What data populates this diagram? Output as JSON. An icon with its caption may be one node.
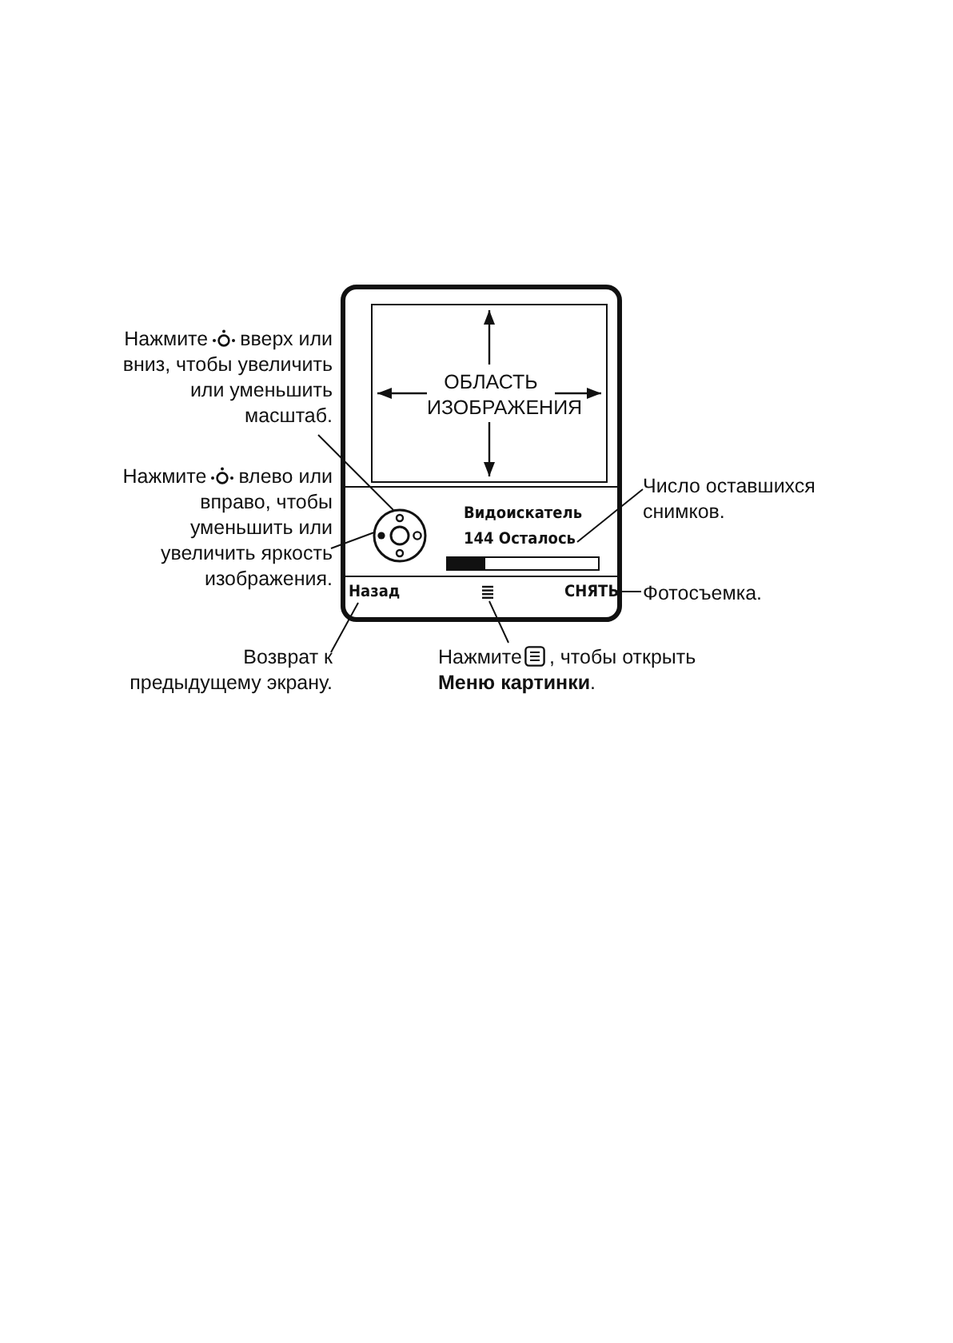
{
  "diagram": {
    "nodes": [
      {
        "text": [
          "ОБЛАСТЬ ИЗОБРАЖЕНИЯ"
        ]
      },
      {
        "text": [
          "Нажмите",
          "вверх или вниз, чтобы увеличить или уменьшить масштаб."
        ]
      },
      {
        "text": [],
        "shape": "circle"
      },
      {
        "text": [
          "Нажмите",
          "влево или вправо, чтобы уменьшить или увеличить яркость изображения."
        ]
      },
      {
        "text": [
          "144 Осталось"
        ]
      },
      {
        "text": [
          "Число оставшихся снимков."
        ]
      },
      {
        "text": [
          "Назад"
        ]
      },
      {
        "text": [],
        "shape": "icon"
      },
      {
        "text": [
          "СНЯТЬ"
        ]
      },
      {
        "text": [
          "Фотосъемка."
        ]
      },
      {
        "text": [
          "Возврат к предыдущему экрану."
        ]
      },
      {
        "text": [
          "Нажмите",
          ", чтобы открыть **Меню картинки**."
        ]
      }
    ],
    "edges": [
      {
        "from": 1,
        "to": 2,
        "arrow": "none"
      },
      {
        "from": 3,
        "to": 2,
        "arrow": "none"
      },
      {
        "from": 5,
        "to": 4,
        "arrow": "none"
      },
      {
        "from": 9,
        "to": 8,
        "arrow": "none"
      },
      {
        "from": 10,
        "to": 6,
        "arrow": "none"
      },
      {
        "from": 11,
        "to": 7,
        "arrow": "none"
      }
    ],
    "labels": [
      "Видоискатель"
    ]
  }
}
